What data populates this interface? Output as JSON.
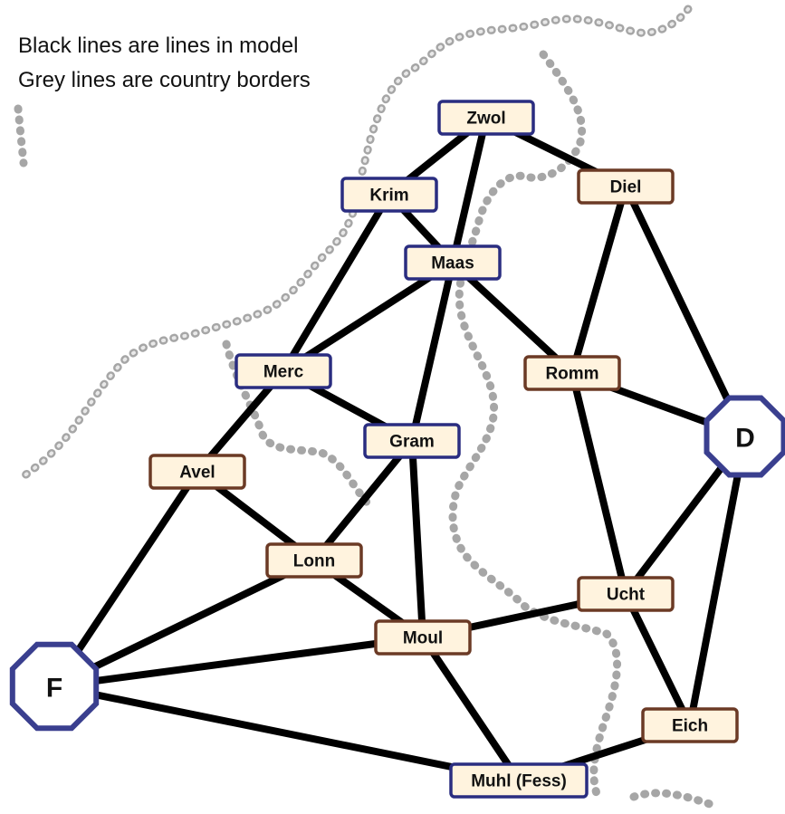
{
  "legend": {
    "line1": "Black lines are lines in model",
    "line2": "Grey lines are country borders"
  },
  "nodes": [
    {
      "id": "zwol",
      "label": "Zwol",
      "style": "blue"
    },
    {
      "id": "diel",
      "label": "Diel",
      "style": "brown"
    },
    {
      "id": "krim",
      "label": "Krim",
      "style": "blue"
    },
    {
      "id": "maas",
      "label": "Maas",
      "style": "blue"
    },
    {
      "id": "merc",
      "label": "Merc",
      "style": "blue"
    },
    {
      "id": "romm",
      "label": "Romm",
      "style": "brown"
    },
    {
      "id": "gram",
      "label": "Gram",
      "style": "blue"
    },
    {
      "id": "avel",
      "label": "Avel",
      "style": "brown"
    },
    {
      "id": "lonn",
      "label": "Lonn",
      "style": "brown"
    },
    {
      "id": "ucht",
      "label": "Ucht",
      "style": "brown"
    },
    {
      "id": "moul",
      "label": "Moul",
      "style": "brown"
    },
    {
      "id": "eich",
      "label": "Eich",
      "style": "brown"
    },
    {
      "id": "muhl",
      "label": "Muhl (Fess)",
      "style": "blue"
    }
  ],
  "terminals": [
    {
      "id": "d",
      "label": "D"
    },
    {
      "id": "f",
      "label": "F"
    }
  ],
  "edges": [
    [
      "zwol",
      "diel"
    ],
    [
      "zwol",
      "krim"
    ],
    [
      "zwol",
      "maas"
    ],
    [
      "krim",
      "maas"
    ],
    [
      "krim",
      "merc"
    ],
    [
      "maas",
      "merc"
    ],
    [
      "maas",
      "gram"
    ],
    [
      "maas",
      "romm"
    ],
    [
      "merc",
      "gram"
    ],
    [
      "merc",
      "avel"
    ],
    [
      "diel",
      "romm"
    ],
    [
      "diel",
      "d"
    ],
    [
      "romm",
      "d"
    ],
    [
      "romm",
      "ucht"
    ],
    [
      "gram",
      "lonn"
    ],
    [
      "gram",
      "moul"
    ],
    [
      "avel",
      "lonn"
    ],
    [
      "avel",
      "f"
    ],
    [
      "lonn",
      "f"
    ],
    [
      "lonn",
      "moul"
    ],
    [
      "moul",
      "f"
    ],
    [
      "moul",
      "ucht"
    ],
    [
      "moul",
      "muhl"
    ],
    [
      "ucht",
      "d"
    ],
    [
      "ucht",
      "eich"
    ],
    [
      "d",
      "eich"
    ],
    [
      "eich",
      "muhl"
    ],
    [
      "f",
      "muhl"
    ]
  ],
  "colors": {
    "model_line": "#000000",
    "border": "#a6a6a6",
    "node_fill": "#fff3de",
    "node_border_blue": "#2a2d80",
    "node_border_brown": "#6b3a25",
    "terminal_border": "#3a3f8f"
  }
}
